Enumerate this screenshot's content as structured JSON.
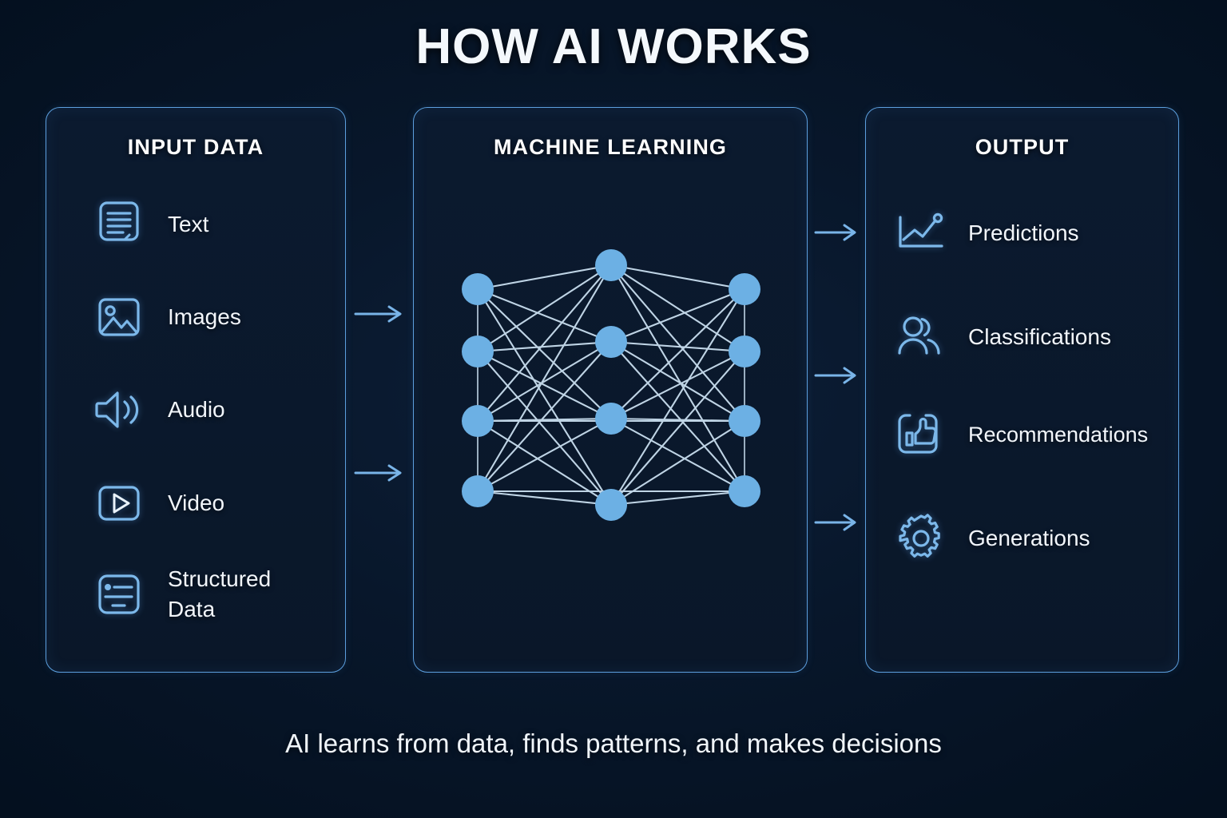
{
  "title": "HOW AI WORKS",
  "caption": "AI learns from data, finds patterns, and makes decisions",
  "colors": {
    "background": "#04101f",
    "panel_fill": "#0b1a2f",
    "panel_border": "#5c9fde",
    "icon_stroke": "#7cb8ea",
    "node_fill": "#6cb0e4",
    "edge": "#cfe4f5",
    "text": "#ffffff"
  },
  "panels": [
    {
      "id": "input",
      "title": "INPUT DATA",
      "items": [
        {
          "label": "Text",
          "icon": "document-icon"
        },
        {
          "label": "Images",
          "icon": "image-icon"
        },
        {
          "label": "Audio",
          "icon": "speaker-icon"
        },
        {
          "label": "Video",
          "icon": "play-box-icon"
        },
        {
          "label": "Structured\nData",
          "icon": "list-box-icon"
        }
      ]
    },
    {
      "id": "machine_learning",
      "title": "MACHINE LEARNING",
      "diagram": "neural-network"
    },
    {
      "id": "output",
      "title": "OUTPUT",
      "items": [
        {
          "label": "Predictions",
          "icon": "trend-chart-icon"
        },
        {
          "label": "Classifications",
          "icon": "people-icon"
        },
        {
          "label": "Recommendations",
          "icon": "thumbs-up-icon"
        },
        {
          "label": "Generations",
          "icon": "gear-icon"
        }
      ]
    }
  ],
  "arrows": {
    "input_to_ml": 2,
    "ml_to_output": 3,
    "icon": "arrow-right-icon"
  },
  "chart_data": {
    "type": "diagram",
    "title": "Neural network",
    "layers": [
      {
        "name": "input-layer",
        "nodes": 4
      },
      {
        "name": "hidden-layer",
        "nodes": 4
      },
      {
        "name": "output-layer",
        "nodes": 4
      }
    ],
    "node_radius": 20,
    "fully_connected": true
  }
}
